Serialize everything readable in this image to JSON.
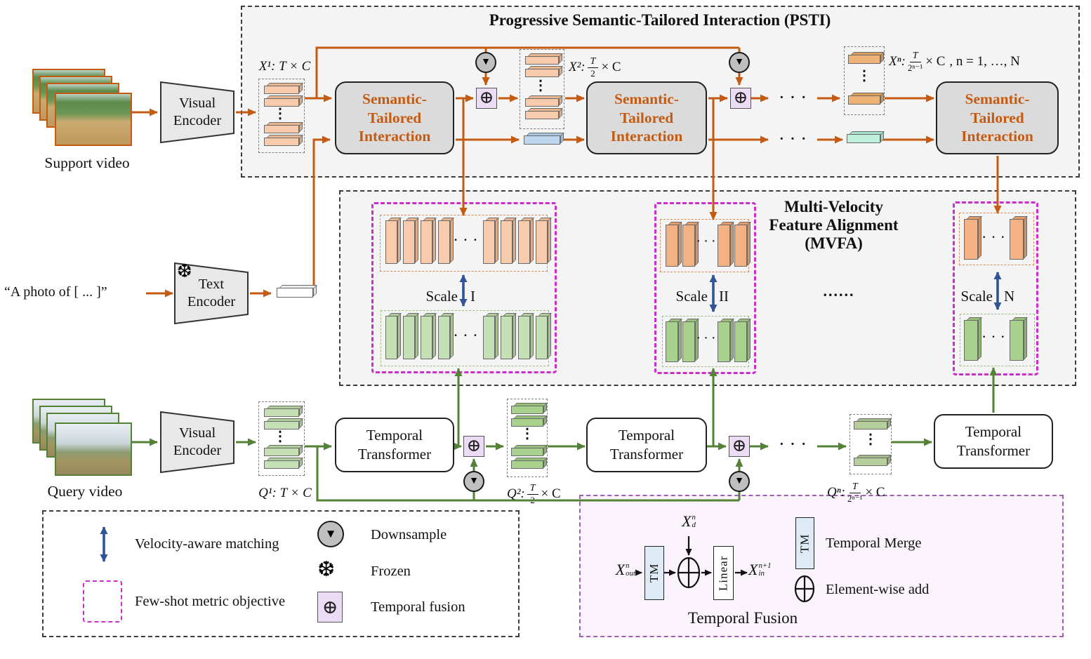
{
  "glyphs": {
    "hdots": "· · ·",
    "vdots": "⋮",
    "downsample": "▼",
    "frozen": "❆",
    "fusion": "⊕"
  },
  "psti": {
    "title": "Progressive Semantic-Tailored Interaction (PSTI)",
    "sti_lines": [
      "Semantic-",
      "Tailored",
      "Interaction"
    ],
    "x1_label": "X¹: T × C",
    "x2_prefix": "X²:",
    "x2_num": "T",
    "x2_den": "2",
    "x2_suffix": "× C",
    "xn_prefix": "Xⁿ:",
    "xn_num": "T",
    "xn_den": "2ⁿ⁻¹",
    "xn_suffix": "× C",
    "xn_note": ",  n = 1, …, N"
  },
  "support": {
    "label": "Support video",
    "encoder_lines": [
      "Visual",
      "Encoder"
    ]
  },
  "text_input": {
    "prompt": "“A photo of [ ... ]”",
    "encoder_lines": [
      "Text",
      "Encoder"
    ]
  },
  "query": {
    "label": "Query video",
    "encoder_lines": [
      "Visual",
      "Encoder"
    ],
    "tt_lines": [
      "Temporal",
      "Transformer"
    ],
    "q1_label": "Q¹: T × C",
    "q2_prefix": "Q²:",
    "q2_num": "T",
    "q2_den": "2",
    "q2_suffix": "× C",
    "qn_prefix": "Qⁿ:",
    "qn_num": "T",
    "qn_den": "2ⁿ⁻¹",
    "qn_suffix": "× C"
  },
  "mvfa": {
    "title_lines": [
      "Multi-Velocity",
      "Feature Alignment",
      "(MVFA)"
    ],
    "ellipsis": "......",
    "scales": [
      {
        "word": "Scale",
        "num": "I"
      },
      {
        "word": "Scale",
        "num": "II"
      },
      {
        "word": "Scale",
        "num": "N"
      }
    ]
  },
  "legend": {
    "velocity": "Velocity-aware matching",
    "fewshot": "Few-shot metric objective",
    "downsample": "Downsample",
    "frozen": "Frozen",
    "fusion": "Temporal fusion"
  },
  "temporal_fusion": {
    "title": "Temporal Fusion",
    "tm": "TM",
    "linear": "Linear",
    "tm_legend": "TM",
    "tm_label": "Temporal Merge",
    "add_label": "Element-wise add",
    "x_out_base": "X",
    "x_out_sup": "n",
    "x_out_sub": "out",
    "x_d_base": "X",
    "x_d_sup": "n",
    "x_d_sub": "d",
    "x_in_base": "X",
    "x_in_sup": "n+1",
    "x_in_sub": "in"
  },
  "colors": {
    "orange": "#C55A11",
    "green": "#538135",
    "blue": "#2F5597",
    "magenta": "#CB2FCB",
    "lavender": "#EBDBF5",
    "gray_box": "#DBDBDB",
    "light_blue": "#DEEBF7"
  }
}
